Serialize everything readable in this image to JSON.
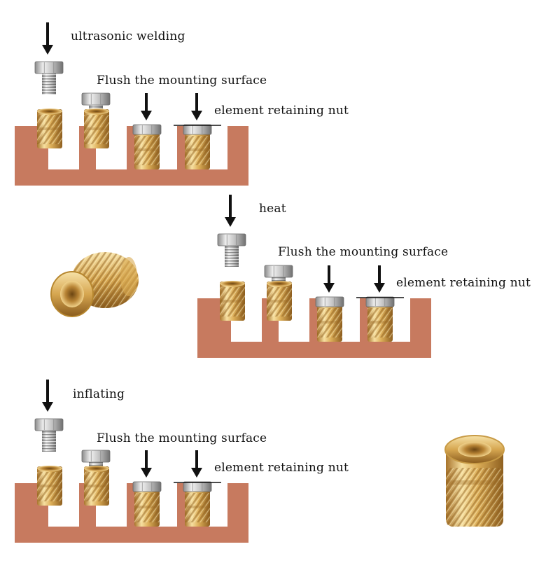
{
  "colors": {
    "background": "#ffffff",
    "plate": "#c77a5f",
    "slot": "#ffffff",
    "brass_light": "#f6dfa0",
    "brass_mid": "#d8aa52",
    "brass_dark": "#9a6a25",
    "steel_light": "#eeeeee",
    "steel_dark": "#7c7c7c",
    "arrow": "#111111",
    "text": "#111111"
  },
  "icons": {
    "arrow": "down-arrow-icon",
    "bolt": "hex-bolt-icon",
    "insert": "threaded-brass-insert-icon"
  },
  "panels": [
    {
      "id": "ultrasonic",
      "method_label": "ultrasonic welding",
      "flush_label": "Flush the mounting surface",
      "retain_label": "element retaining nut"
    },
    {
      "id": "heat",
      "method_label": "heat",
      "flush_label": "Flush the mounting surface",
      "retain_label": "element retaining nut"
    },
    {
      "id": "inflating",
      "method_label": "inflating",
      "flush_label": "Flush the mounting surface",
      "retain_label": "element retaining nut"
    }
  ]
}
